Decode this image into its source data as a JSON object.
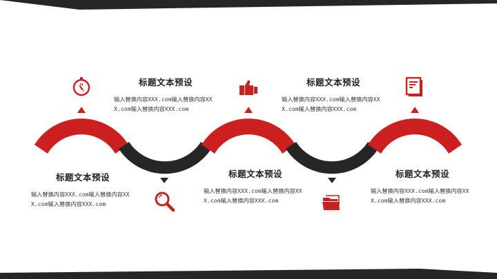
{
  "slide": {
    "colors": {
      "accent": "#cc1f1f",
      "dark": "#262626",
      "text": "#222222",
      "background": "#ffffff"
    }
  },
  "steps": [
    {
      "title": "标题文本预设",
      "desc": "输入替换内容XXX.com输入替换内容XXX.com输入替换内容XXX.com",
      "icon": "compass-icon",
      "arc": "up",
      "color": "red"
    },
    {
      "title": "标题文本预设",
      "desc": "输入替换内容XXX.com输入替换内容XXX.com输入替换内容XXX.com",
      "icon": "magnifier-icon",
      "arc": "down",
      "color": "dark"
    },
    {
      "title": "标题文本预设",
      "desc": "输入替换内容XXX.com输入替换内容XXX.com输入替换内容XXX.com",
      "icon": "thumbs-up-icon",
      "arc": "up",
      "color": "red"
    },
    {
      "title": "标题文本预设",
      "desc": "输入替换内容XXX.com输入替换内容XXX.com输入替换内容XXX.com",
      "icon": "folder-icon",
      "arc": "down",
      "color": "dark"
    },
    {
      "title": "标题文本预设",
      "desc": "输入替换内容XXX.com输入替换内容XXX.com输入替换内容XXX.com",
      "icon": "book-icon",
      "arc": "up",
      "color": "red"
    }
  ]
}
